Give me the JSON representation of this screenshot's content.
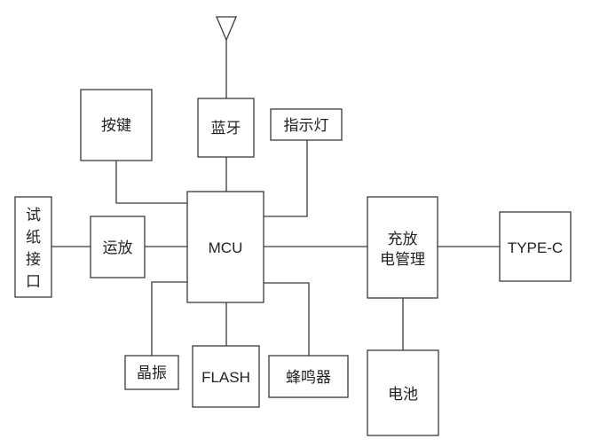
{
  "diagram": {
    "type": "hardware block diagram",
    "nodes": {
      "antenna": {
        "label": "",
        "icon": "antenna-icon"
      },
      "bluetooth": {
        "label": "蓝牙"
      },
      "keys": {
        "label": "按键"
      },
      "indicator": {
        "label": "指示灯"
      },
      "test_strip": {
        "label": "试纸接口",
        "lines": [
          "试",
          "纸",
          "接",
          "口"
        ]
      },
      "opamp": {
        "label": "运放"
      },
      "mcu": {
        "label": "MCU"
      },
      "charge_mgmt": {
        "label": "充放电管理",
        "lines": [
          "充放",
          "电管理"
        ]
      },
      "typec": {
        "label": "TYPE-C"
      },
      "crystal": {
        "label": "晶振"
      },
      "flash": {
        "label": "FLASH"
      },
      "buzzer": {
        "label": "蜂鸣器"
      },
      "battery": {
        "label": "电池"
      }
    },
    "edges": [
      [
        "antenna",
        "bluetooth"
      ],
      [
        "bluetooth",
        "mcu"
      ],
      [
        "keys",
        "mcu"
      ],
      [
        "indicator",
        "mcu"
      ],
      [
        "test_strip",
        "opamp"
      ],
      [
        "opamp",
        "mcu"
      ],
      [
        "mcu",
        "charge_mgmt"
      ],
      [
        "charge_mgmt",
        "typec"
      ],
      [
        "charge_mgmt",
        "battery"
      ],
      [
        "crystal",
        "mcu"
      ],
      [
        "flash",
        "mcu"
      ],
      [
        "buzzer",
        "mcu"
      ]
    ]
  }
}
